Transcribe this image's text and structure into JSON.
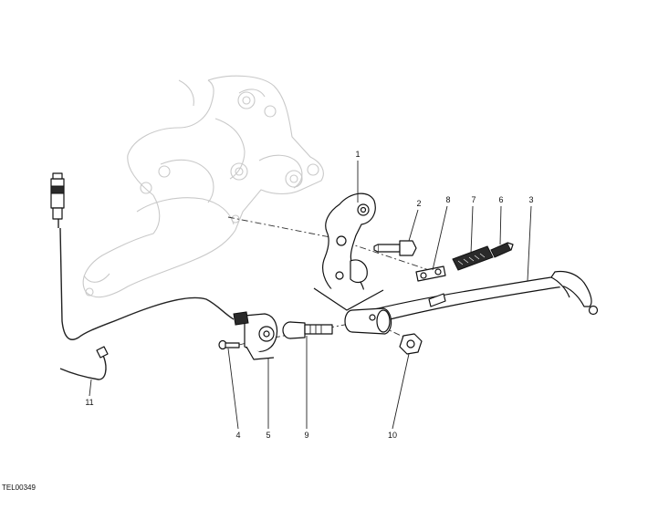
{
  "diagram": {
    "reference_code": "TEL00349",
    "callouts": {
      "c1": "1",
      "c2": "2",
      "c3": "3",
      "c4": "4",
      "c5": "5",
      "c6": "6",
      "c7": "7",
      "c8": "8",
      "c9": "9",
      "c10": "10",
      "c11": "11"
    }
  }
}
